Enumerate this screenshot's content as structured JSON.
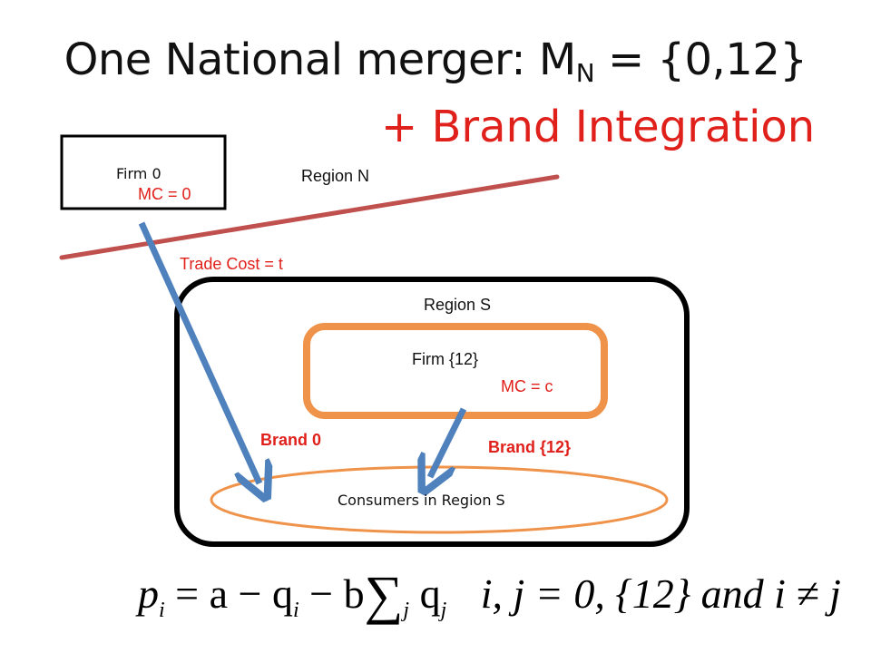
{
  "slide": {
    "title_main": "One National merger: M",
    "title_sub": "N",
    "title_rest": " = {0,12}",
    "subtitle": "+ Brand Integration",
    "colors": {
      "red": "#e0201b",
      "arrow_blue": "#4f81bd",
      "orange": "#f0934a",
      "red_line": "#c0504d"
    }
  },
  "diagram": {
    "firm0_label": "Firm 0",
    "firm0_mc": "MC = 0",
    "region_n": "Region N",
    "trade_cost": "Trade Cost = t",
    "region_s": "Region S",
    "firm12_label": "Firm {12}",
    "firm12_mc": "MC = c",
    "brand0": "Brand 0",
    "brand12": "Brand {12}",
    "consumers": "Consumers in Region S"
  },
  "formula": {
    "p": "p",
    "i1": "i",
    "eq1": " = a − q",
    "i2": "i",
    "minus_b": " − b",
    "sum": "∑",
    "j1": "j",
    "q": " q",
    "j2": "j",
    "rest": "i, j = 0, {12} and i ≠ j"
  }
}
